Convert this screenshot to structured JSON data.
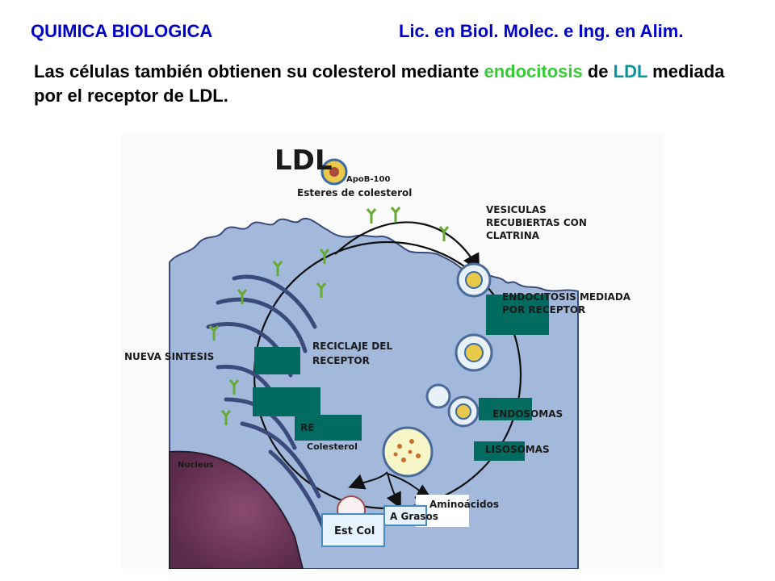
{
  "header": {
    "course": "QUIMICA BIOLOGICA",
    "program": "Lic. en Biol. Molec. e Ing. en Alim."
  },
  "intro": {
    "part1": "Las células también obtienen su colesterol mediante ",
    "endocytosis": "endocitosis",
    "part2": " de ",
    "ldl": "LDL",
    "part3": " mediada por el receptor de LDL."
  },
  "colors": {
    "title": "#0000cc",
    "endocytosis_highlight": "#33cc33",
    "ldl_highlight": "#009999",
    "cover_box": "#006b5e",
    "cell_background": "#a3b9dc"
  },
  "diagram": {
    "ldl_title": "LDL",
    "apob": "ApoB-100",
    "esteres": "Esteres de colesterol",
    "vesiculas": [
      "VESICULAS",
      "RECUBIERTAS CON",
      "CLATRINA"
    ],
    "endocitosis": [
      "ENDOCITOSIS MEDIADA",
      "POR RECEPTOR"
    ],
    "reciclaje": [
      "RECICLAJE DEL",
      "RECEPTOR"
    ],
    "nueva_sintesis": "NUEVA SINTESIS",
    "endosomas": "ENDOSOMAS",
    "lisosomas": "LISOSOMAS",
    "re": "RE",
    "colesterol": "Colesterol",
    "nucleus": "Nucleus",
    "aminoacidos": "Aminoácidos",
    "a_grasos": "A Grasos",
    "est_col": "Est Col"
  }
}
